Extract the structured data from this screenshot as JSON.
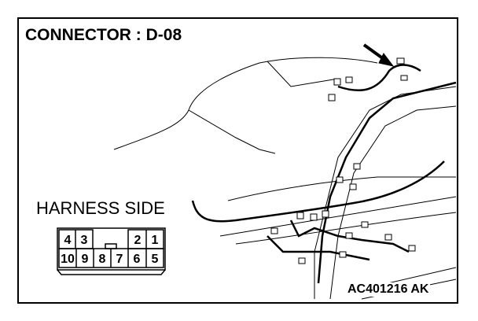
{
  "title": "CONNECTOR : D-08",
  "harness_label": "HARNESS SIDE",
  "figure_code": "AC401216 AK",
  "connector": {
    "top_row": [
      "4",
      "3",
      "2",
      "1"
    ],
    "bottom_row": [
      "10",
      "9",
      "8",
      "7",
      "6",
      "5"
    ]
  }
}
